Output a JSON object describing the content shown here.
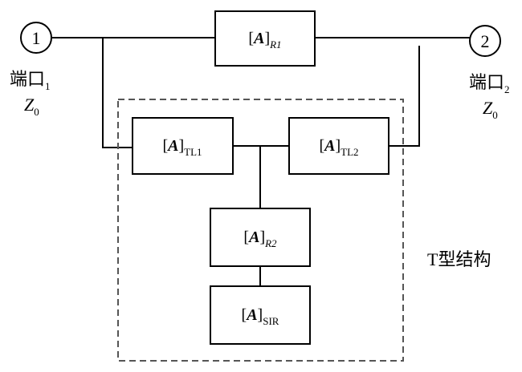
{
  "ports": {
    "p1": {
      "number": "1",
      "label": "端口",
      "label_sub": "1",
      "impedance": "Z",
      "impedance_sub": "0"
    },
    "p2": {
      "number": "2",
      "label": "端口",
      "label_sub": "2",
      "impedance": "Z",
      "impedance_sub": "0"
    }
  },
  "blocks": {
    "r1": {
      "bracket_open": "[",
      "symbol": "A",
      "bracket_close": "]",
      "sub": "R1"
    },
    "tl1": {
      "bracket_open": "[",
      "symbol": "A",
      "bracket_close": "]",
      "sub": "TL1"
    },
    "tl2": {
      "bracket_open": "[",
      "symbol": "A",
      "bracket_close": "]",
      "sub": "TL2"
    },
    "r2": {
      "bracket_open": "[",
      "symbol": "A",
      "bracket_close": "]",
      "sub": "R2"
    },
    "sir": {
      "bracket_open": "[",
      "symbol": "A",
      "bracket_close": "]",
      "sub": "SIR"
    }
  },
  "group_label": "T型结构"
}
